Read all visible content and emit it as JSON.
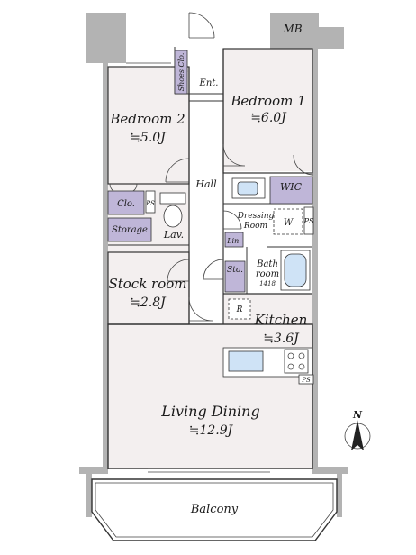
{
  "rooms": {
    "bedroom1": {
      "name": "Bedroom 1",
      "area": "≒6.0J"
    },
    "bedroom2": {
      "name": "Bedroom 2",
      "area": "≒5.0J"
    },
    "stock": {
      "name": "Stock room",
      "area": "≒2.8J"
    },
    "kitchen": {
      "name": "Kitchen",
      "area": "≒3.6J"
    },
    "living": {
      "name": "Living Dining",
      "area": "≒12.9J"
    },
    "balcony": {
      "name": "Balcony"
    },
    "hall": {
      "name": "Hall"
    },
    "dressing": {
      "line1": "Dressing",
      "line2": "Room"
    },
    "bath": {
      "line1": "Bath",
      "line2": "room",
      "size": "1418"
    }
  },
  "labels": {
    "mb": "MB",
    "shoes": "Shoes Clo.",
    "ent": "Ent.",
    "wic": "WIC",
    "clo": "Clo.",
    "storage": "Storage",
    "lav": "Lav.",
    "ps": "PS",
    "w": "W",
    "lin": "Lin.",
    "sto": "Sto.",
    "r": "R",
    "north": "N"
  },
  "colors": {
    "wall": "#b3b3b3",
    "floor": "#f3efef",
    "storage": "#bfb6d8",
    "bath": "#cfe3f6"
  }
}
